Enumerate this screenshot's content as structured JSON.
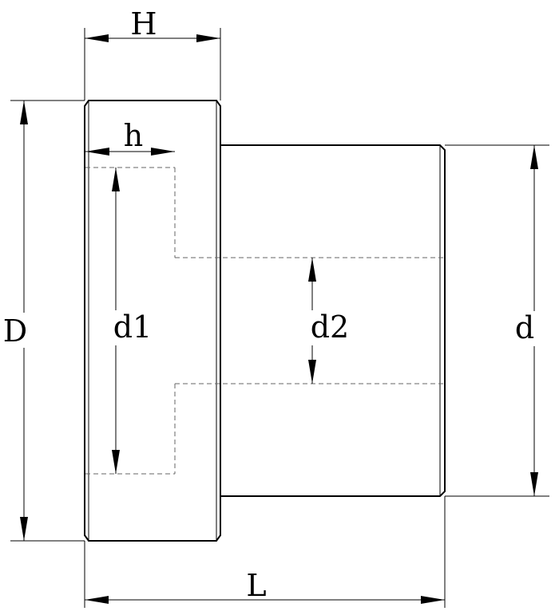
{
  "dimensions": {
    "H": "H",
    "h": "h",
    "D": "D",
    "d1": "d1",
    "d2": "d2",
    "d": "d",
    "L": "L"
  }
}
